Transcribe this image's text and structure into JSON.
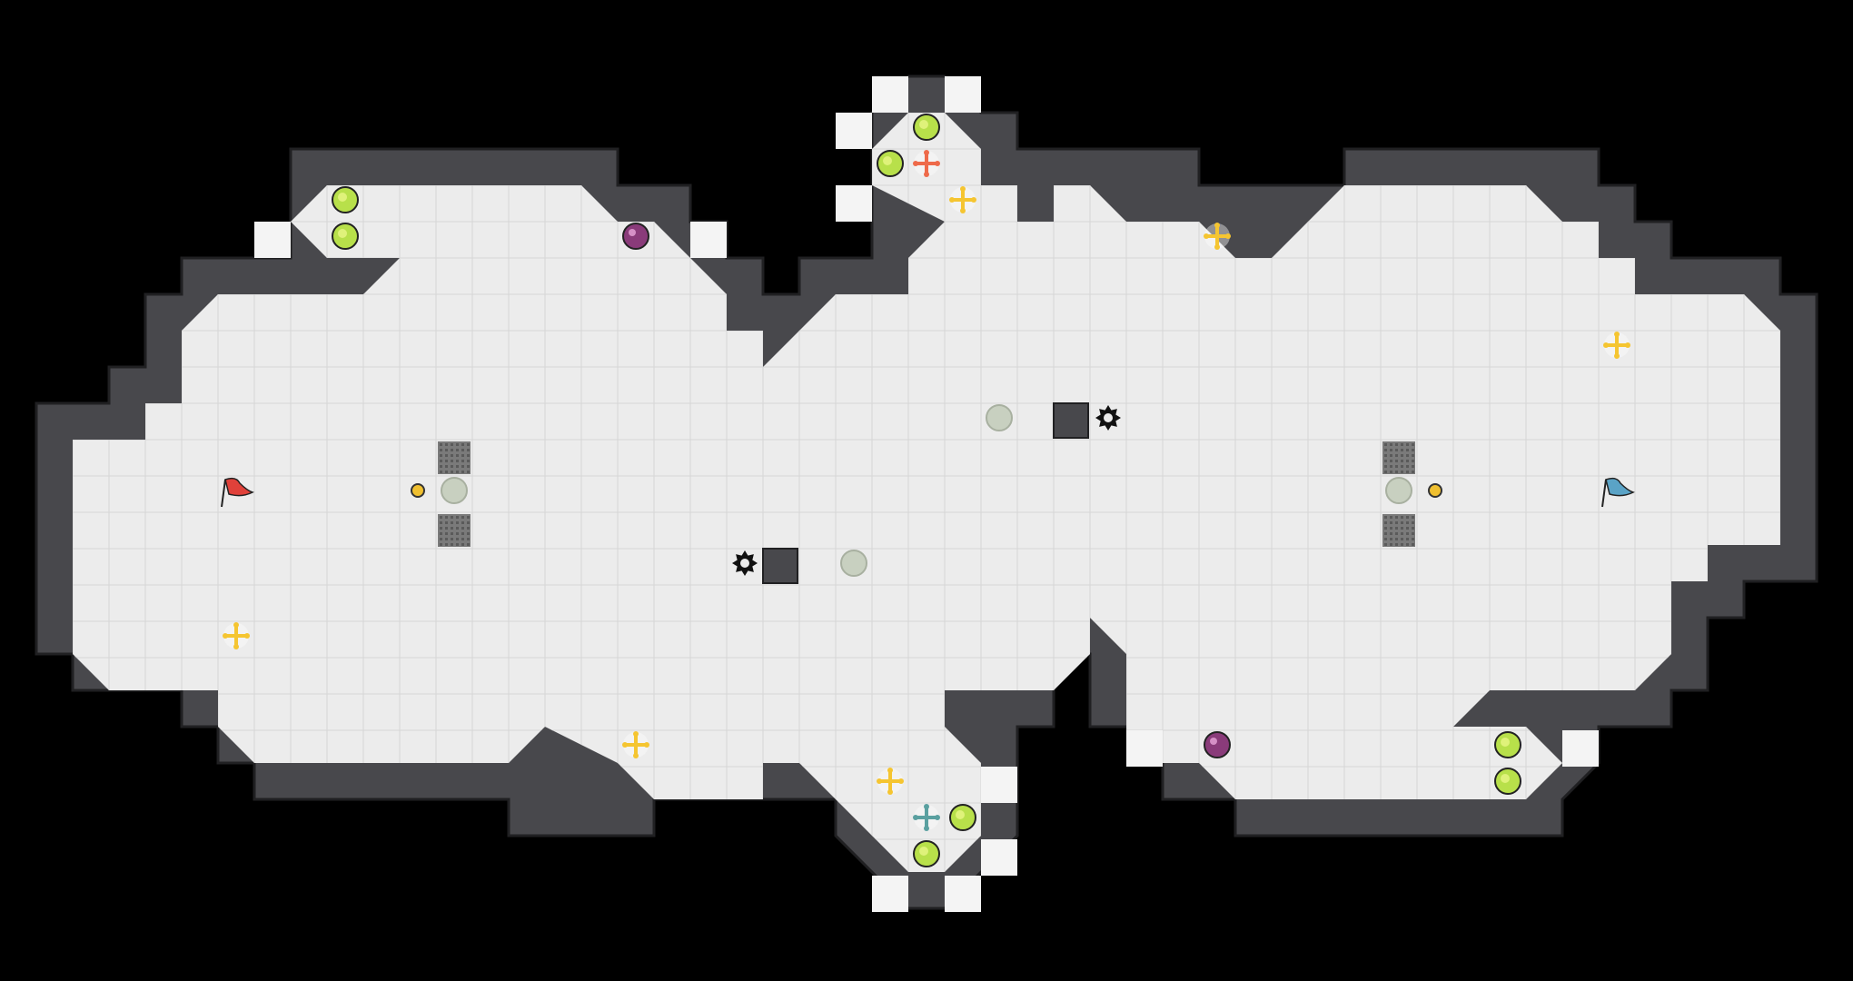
{
  "map": {
    "background_color": "#000000",
    "floor_color": "#ececec",
    "floor_grid_color": "#d6d6d6",
    "wall_color": "#48484c",
    "wall_outline_color": "#202022",
    "edge_tile_color": "#f4f4f4"
  },
  "entities": {
    "flags": [
      {
        "team": "red",
        "color": "#e0413a",
        "icon": "red-flag-icon"
      },
      {
        "team": "blue",
        "color": "#5aa3c6",
        "icon": "blue-flag-icon"
      }
    ],
    "boosts": [
      {
        "kind": "neutral",
        "color": "#f5c531",
        "icon": "boost-icon"
      },
      {
        "kind": "red",
        "color": "#ee6a4a",
        "icon": "red-boost-icon"
      },
      {
        "kind": "blue",
        "color": "#5aa0a0",
        "icon": "blue-boost-icon"
      }
    ],
    "bombs": {
      "color": "#8a3b7a",
      "icon": "bomb-icon"
    },
    "powerups": {
      "color": "#b8e04a",
      "icon": "powerup-icon"
    },
    "spikes": {
      "color": "#111111",
      "icon": "spike-icon"
    },
    "buttons": {
      "color": "#f0c030",
      "icon": "button-icon"
    },
    "portals": {
      "color": "#c8d0c0",
      "icon": "portal-icon"
    },
    "gates": {
      "color": "#7a7a7a",
      "icon": "gate-icon"
    }
  }
}
